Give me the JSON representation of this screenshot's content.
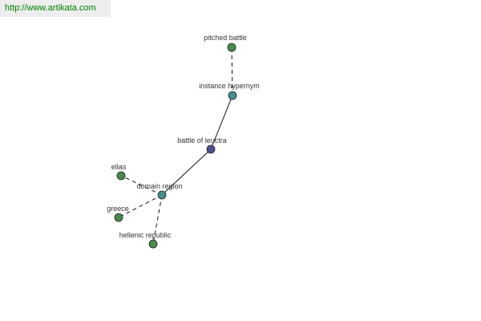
{
  "header": {
    "url": "http://www.artikata.com"
  },
  "colors": {
    "url_text": "#008000",
    "url_bg": "#eeeeee",
    "node_center": "#4a4f8f",
    "node_relation": "#4a8f8f",
    "node_leaf": "#4a8a4a",
    "node_stroke": "#222222",
    "edge": "#111111"
  },
  "nodes": [
    {
      "id": "pitched-battle",
      "label": "pitched battle",
      "kind": "leaf"
    },
    {
      "id": "instance-hypernym",
      "label": "instance hypernym",
      "kind": "relation"
    },
    {
      "id": "battle-of-leuctra",
      "label": "battle of leuctra",
      "kind": "center"
    },
    {
      "id": "ellas",
      "label": "ellas",
      "kind": "leaf"
    },
    {
      "id": "domain-region",
      "label": "domain region",
      "kind": "relation"
    },
    {
      "id": "greece",
      "label": "greece",
      "kind": "leaf"
    },
    {
      "id": "hellenic-republic",
      "label": "hellenic republic",
      "kind": "leaf"
    }
  ],
  "edges": [
    {
      "from": "instance-hypernym",
      "to": "pitched-battle",
      "style": "dashed"
    },
    {
      "from": "battle-of-leuctra",
      "to": "instance-hypernym",
      "style": "solid"
    },
    {
      "from": "battle-of-leuctra",
      "to": "domain-region",
      "style": "solid"
    },
    {
      "from": "domain-region",
      "to": "ellas",
      "style": "dashed"
    },
    {
      "from": "domain-region",
      "to": "greece",
      "style": "dashed"
    },
    {
      "from": "domain-region",
      "to": "hellenic-republic",
      "style": "dashed"
    }
  ]
}
